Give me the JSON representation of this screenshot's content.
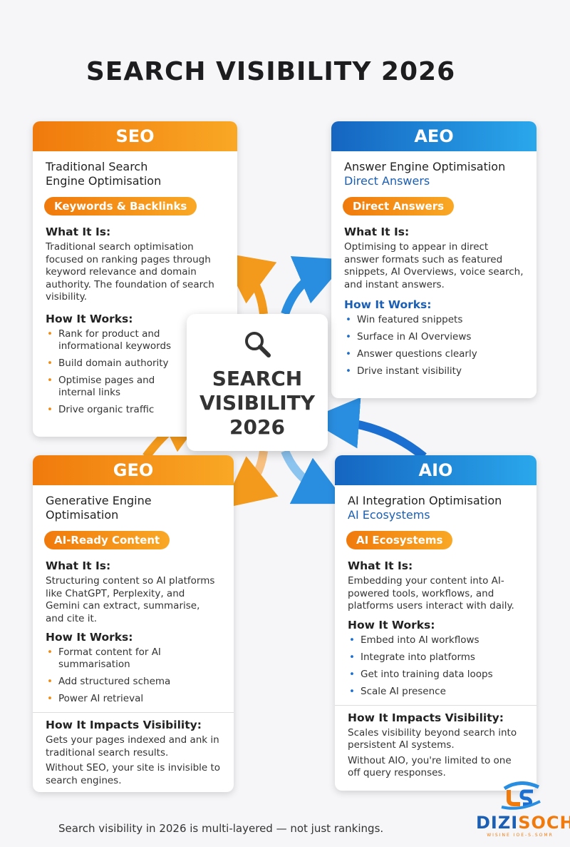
{
  "title": "SEARCH VISIBILITY 2026",
  "center": {
    "icon": "magnifier-icon",
    "line1": "SEARCH",
    "line2": "VISIBILITY",
    "line3": "2026"
  },
  "seo": {
    "label": "SEO",
    "subtitle": "Traditional Search Engine Optimisation",
    "pill": "Keywords & Backlinks",
    "what_h": "What It Is:",
    "what": "Traditional search optimisation focused on ranking pages through keyword relevance and domain authority. The foundation of search visibility.",
    "how_h": "How It Works:",
    "items": [
      "Rank for product and informational keywords",
      "Build domain authority",
      "Optimise pages and internal links",
      "Drive organic traffic"
    ]
  },
  "aeo": {
    "label": "AEO",
    "subtitle": "Answer Engine Optimisation",
    "subtitle2": "Direct Answers",
    "pill": "Direct Answers",
    "what_h": "What It Is:",
    "what": "Optimising to appear in direct answer formats such as featured snippets, AI Overviews, voice search, and instant answers.",
    "how_h": "How It Works:",
    "items": [
      "Win featured snippets",
      "Surface in AI Overviews",
      "Answer questions clearly",
      "Drive instant visibility"
    ]
  },
  "geo": {
    "label": "GEO",
    "subtitle": "Generative Engine Optimisation",
    "pill": "AI-Ready Content",
    "what_h": "What It Is:",
    "what": "Structuring content so AI platforms like ChatGPT, Perplexity, and Gemini can extract, summarise, and cite it.",
    "how_h": "How It Works:",
    "items": [
      "Format content for AI summarisation",
      "Add structured schema",
      "Power AI retrieval"
    ],
    "impact_h": "How It Impacts Visibility:",
    "impact1": "Gets your pages indexed and ank in traditional search results.",
    "impact2": "Without SEO, your site is invisible to search engines."
  },
  "aio": {
    "label": "AIO",
    "subtitle": "AI Integration Optimisation",
    "subtitle2": "AI Ecosystems",
    "pill": "AI Ecosystems",
    "what_h": "What It Is:",
    "what": "Embedding your content into AI-powered tools, workflows, and platforms users interact with daily.",
    "how_h": "How It Works:",
    "items": [
      "Embed into AI workflows",
      "Integrate into platforms",
      "Get into training data loops",
      "Scale AI presence"
    ],
    "impact_h": "How It Impacts Visibility:",
    "impact1": "Scales visibility beyond search into persistent AI systems.",
    "impact2": "Without AIO, you're limited to one off query responses."
  },
  "footer": "Search visibility in 2026 is multi-layered — not just rankings.",
  "logo": {
    "name": "DIZISOCH",
    "tagline": "WISINE IOE-S.SOMR"
  },
  "colors": {
    "orange": "#f07a0c",
    "blue": "#1a6fd0"
  }
}
